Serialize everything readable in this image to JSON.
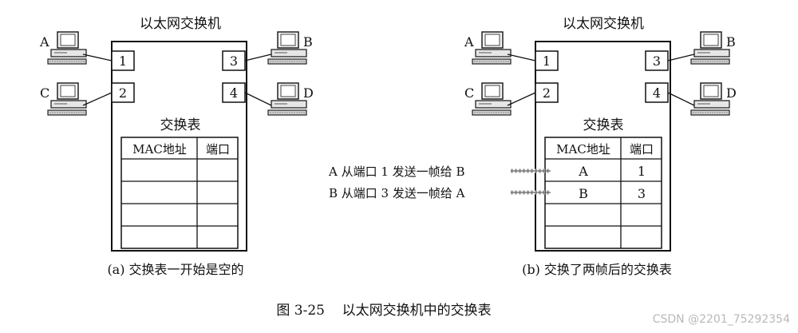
{
  "caption": "图 3-25    以太网交换机中的交换表",
  "watermark": "CSDN @2201_75292354",
  "left": {
    "switch_title": "以太网交换机",
    "table_title": "交换表",
    "col_mac": "MAC地址",
    "col_port": "端口",
    "subcaption": "(a) 交换表一开始是空的",
    "hosts": [
      "A",
      "B",
      "C",
      "D"
    ],
    "ports": [
      "1",
      "2",
      "3",
      "4"
    ],
    "rows": [
      [
        "",
        ""
      ],
      [
        "",
        ""
      ],
      [
        "",
        ""
      ],
      [
        "",
        ""
      ]
    ]
  },
  "right": {
    "switch_title": "以太网交换机",
    "table_title": "交换表",
    "col_mac": "MAC地址",
    "col_port": "端口",
    "subcaption": "(b) 交换了两帧后的交换表",
    "hosts": [
      "A",
      "B",
      "C",
      "D"
    ],
    "ports": [
      "1",
      "2",
      "3",
      "4"
    ],
    "rows": [
      [
        "A",
        "1"
      ],
      [
        "B",
        "3"
      ],
      [
        "",
        ""
      ],
      [
        "",
        ""
      ]
    ],
    "annotations": [
      "A 从端口 1 发送一帧给 B",
      "B 从端口 3 发送一帧给 A"
    ]
  }
}
